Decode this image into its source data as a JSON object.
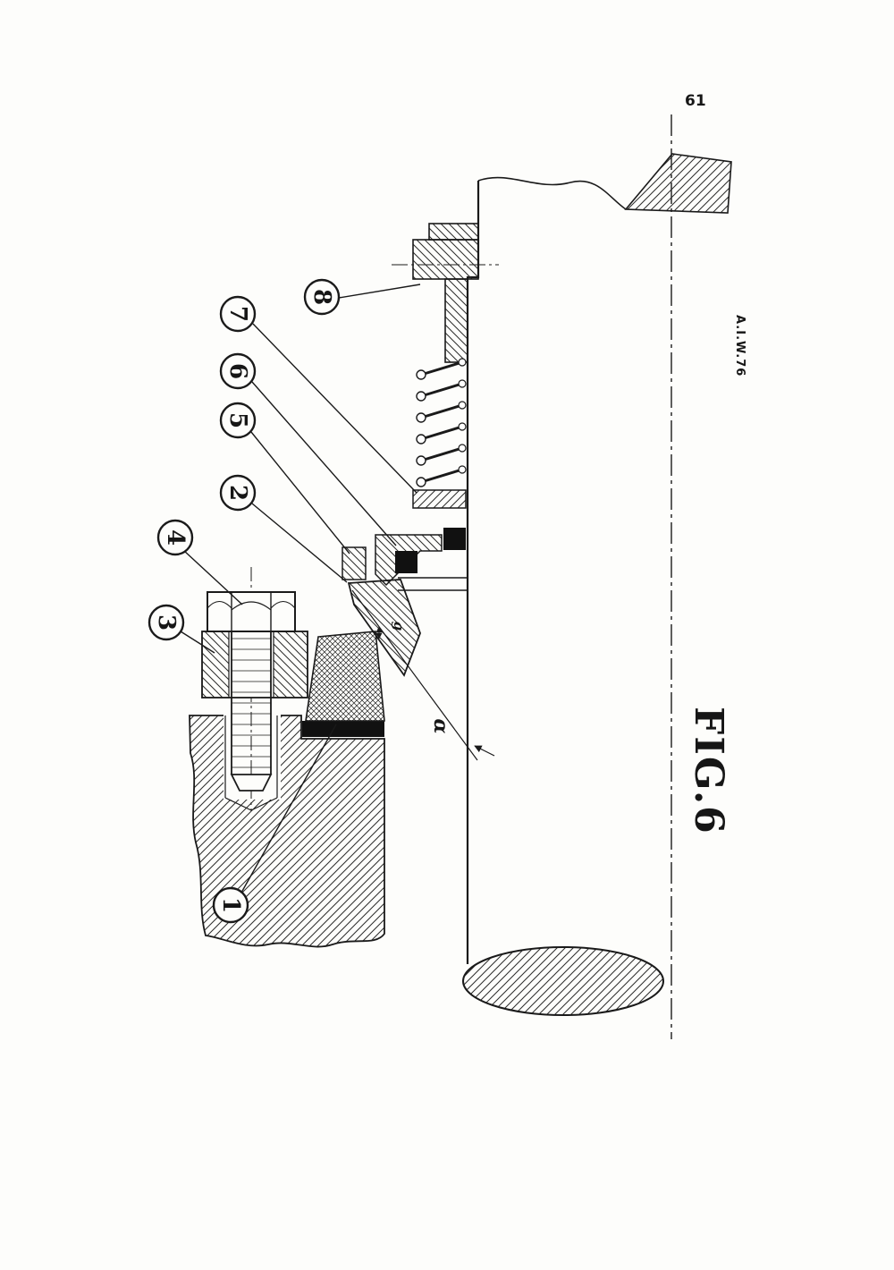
{
  "page": {
    "number": "61"
  },
  "figure": {
    "label": "FIG.6",
    "credit": "A.I.W.76"
  },
  "dimensions": {
    "angle": "α",
    "gap": "g"
  },
  "callouts": [
    {
      "id": "callout-8",
      "label": "8"
    },
    {
      "id": "callout-7",
      "label": "7"
    },
    {
      "id": "callout-6",
      "label": "6"
    },
    {
      "id": "callout-5",
      "label": "5"
    },
    {
      "id": "callout-2",
      "label": "2"
    },
    {
      "id": "callout-4",
      "label": "4"
    },
    {
      "id": "callout-3",
      "label": "3"
    },
    {
      "id": "callout-1",
      "label": "1"
    }
  ]
}
